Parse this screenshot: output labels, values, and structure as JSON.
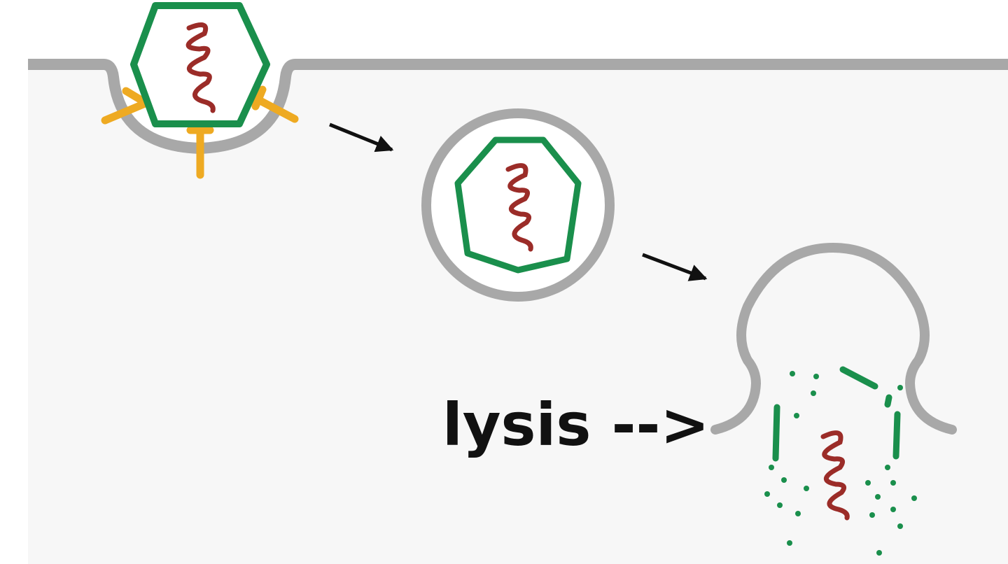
{
  "diagram": {
    "label": "lysis -->",
    "colors": {
      "background": "#ffffff",
      "cell_interior": "#f7f7f7",
      "membrane": "#a8a8a8",
      "capsid": "#1a8f4c",
      "genome": "#9b2c28",
      "receptor": "#eeaa22",
      "arrow": "#111111"
    },
    "stages": [
      "attachment-to-receptors",
      "endocytic-vesicle",
      "vesicle-lysis"
    ]
  }
}
